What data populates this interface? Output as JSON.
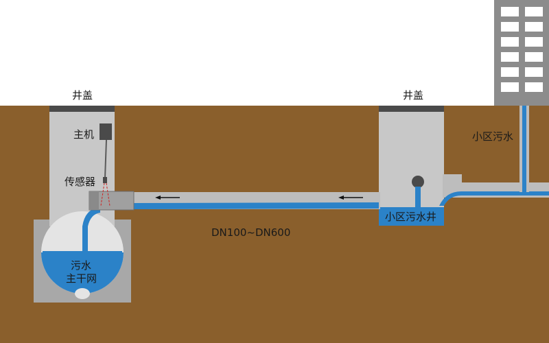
{
  "labels": {
    "cover_left": "井盖",
    "cover_right": "井盖",
    "host": "主机",
    "sensor": "传感器",
    "pipe_size": "DN100~DN600",
    "community_sewage": "小区污水",
    "community_well": "小区污水井",
    "main_network_line1": "污水",
    "main_network_line2": "主干网"
  },
  "colors": {
    "soil": "#8a5f2c",
    "well_concrete": "#c8c8c8",
    "pipe_gray": "#bdbdbd",
    "water": "#2b82c8",
    "cover": "#4a4a4a",
    "building": "#8c8c8c",
    "window": "#ffffff"
  },
  "icons": {
    "flow_arrow": "arrow-left-icon",
    "sensor_beam": "sensor-beam-icon"
  }
}
